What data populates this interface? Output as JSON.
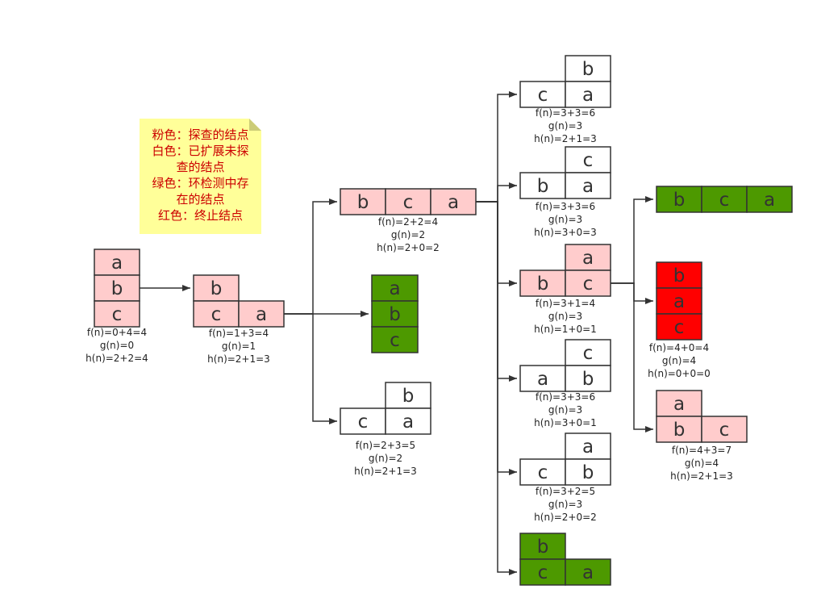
{
  "legend": {
    "lines": [
      "粉色：探查的结点",
      "白色：已扩展未探",
      "查的结点",
      "绿色：环检测中存",
      "在的结点",
      "红色：终止结点"
    ]
  },
  "colors": {
    "pink": "#ffcccc",
    "white": "#ffffff",
    "green": "#4d9900",
    "red": "#ff0000",
    "note_bg": "#ffff99",
    "note_fold": "#cccc77",
    "note_text": "#cc0000",
    "line": "#333333"
  },
  "nodes": [
    {
      "id": "root",
      "fill": "pink",
      "cells": [
        "a",
        "b",
        "c"
      ],
      "info": [
        "f(n)=0+4=4",
        "g(n)=0",
        "h(n)=2+2=4"
      ]
    },
    {
      "id": "n1",
      "fill": "pink",
      "cells": [
        "b",
        "c",
        "a"
      ],
      "info": [
        "f(n)=1+3=4",
        "g(n)=1",
        "h(n)=2+1=3"
      ]
    },
    {
      "id": "n2a",
      "fill": "pink",
      "cells": [
        "b",
        "c",
        "a"
      ],
      "info": [
        "f(n)=2+2=4",
        "g(n)=2",
        "h(n)=2+0=2"
      ]
    },
    {
      "id": "n2b",
      "fill": "green",
      "cells": [
        "a",
        "b",
        "c"
      ],
      "info": []
    },
    {
      "id": "n2c",
      "fill": "white",
      "cells": [
        "b",
        "c",
        "a"
      ],
      "info": [
        "f(n)=2+3=5",
        "g(n)=2",
        "h(n)=2+1=3"
      ]
    },
    {
      "id": "n3a",
      "fill": "white",
      "cells": [
        "b",
        "c",
        "a"
      ],
      "info": [
        "f(n)=3+3=6",
        "g(n)=3",
        "h(n)=2+1=3"
      ]
    },
    {
      "id": "n3b",
      "fill": "white",
      "cells": [
        "c",
        "b",
        "a"
      ],
      "info": [
        "f(n)=3+3=6",
        "g(n)=3",
        "h(n)=3+0=3"
      ]
    },
    {
      "id": "n3c",
      "fill": "pink",
      "cells": [
        "a",
        "b",
        "c"
      ],
      "info": [
        "f(n)=3+1=4",
        "g(n)=3",
        "h(n)=1+0=1"
      ]
    },
    {
      "id": "n3d",
      "fill": "white",
      "cells": [
        "c",
        "a",
        "b"
      ],
      "info": [
        "f(n)=3+3=6",
        "g(n)=3",
        "h(n)=3+0=1"
      ]
    },
    {
      "id": "n3e",
      "fill": "white",
      "cells": [
        "a",
        "c",
        "b"
      ],
      "info": [
        "f(n)=3+2=5",
        "g(n)=3",
        "h(n)=2+0=2"
      ]
    },
    {
      "id": "n3f",
      "fill": "green",
      "cells": [
        "b",
        "c",
        "a"
      ],
      "info": []
    },
    {
      "id": "n4a",
      "fill": "green",
      "cells": [
        "b",
        "c",
        "a"
      ],
      "info": []
    },
    {
      "id": "n4b",
      "fill": "red",
      "cells": [
        "b",
        "a",
        "c"
      ],
      "info": [
        "f(n)=4+0=4",
        "g(n)=4",
        "h(n)=0+0=0"
      ]
    },
    {
      "id": "n4c",
      "fill": "pink",
      "cells": [
        "a",
        "b",
        "c"
      ],
      "info": [
        "f(n)=4+3=7",
        "g(n)=4",
        "h(n)=2+1=3"
      ]
    }
  ]
}
